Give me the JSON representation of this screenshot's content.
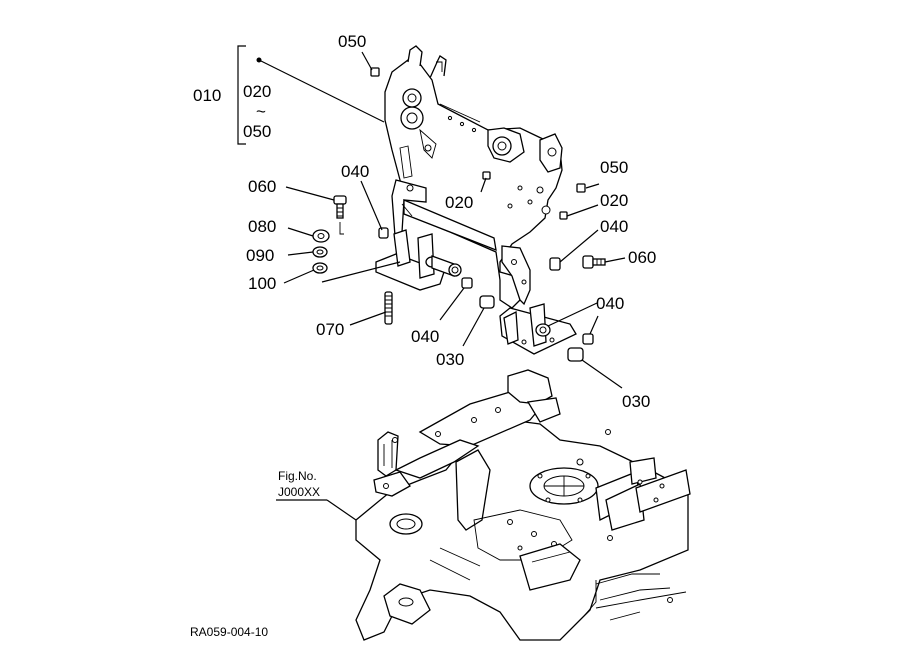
{
  "callouts": {
    "c010": "010",
    "c020_range_start": "020",
    "tilde": "~",
    "c050_range_end": "050",
    "c050_top": "050",
    "c040_upper": "040",
    "c060_left": "060",
    "c080": "080",
    "c090": "090",
    "c100": "100",
    "c020_mid": "020",
    "c050_right": "050",
    "c020_right": "020",
    "c040_right": "040",
    "c060_right": "060",
    "c040_lower_right": "040",
    "c070": "070",
    "c040_lower": "040",
    "c030_left": "030",
    "c030_right": "030"
  },
  "figure_ref": {
    "line1": "Fig.No.",
    "line2": "J000XX"
  },
  "drawing_code": "RA059-004-10"
}
